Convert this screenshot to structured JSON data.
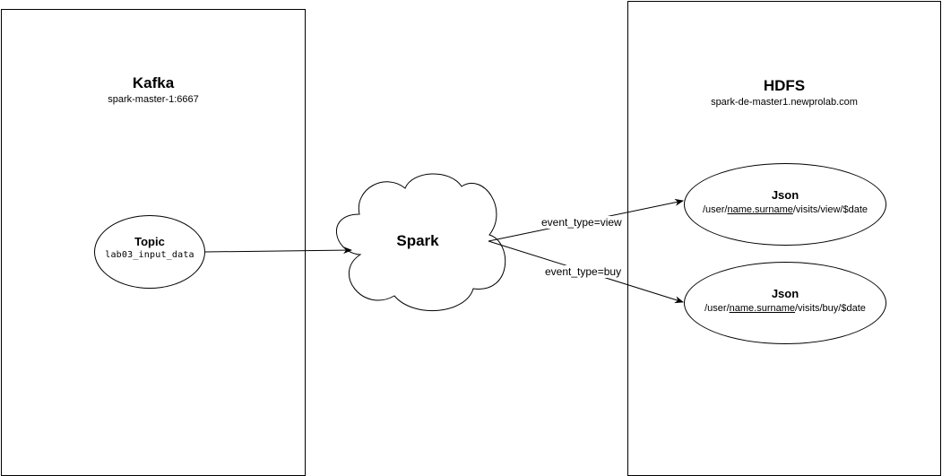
{
  "kafka": {
    "title": "Kafka",
    "subtitle": "spark-master-1:6667",
    "topic": {
      "title": "Topic",
      "name": "lab03_input_data"
    }
  },
  "spark": {
    "label": "Spark"
  },
  "hdfs": {
    "title": "HDFS",
    "subtitle": "spark-de-master1.newprolab.com",
    "outputs": [
      {
        "title": "Json",
        "path_prefix": "/user/",
        "path_user": "name.surname",
        "path_suffix": "/visits/view/$date"
      },
      {
        "title": "Json",
        "path_prefix": "/user/",
        "path_user": "name.surname",
        "path_suffix": "/visits/buy/$date"
      }
    ]
  },
  "edges": {
    "view_label": "event_type=view",
    "buy_label": "event_type=buy"
  },
  "colors": {
    "stroke": "#000000",
    "fill": "#ffffff"
  }
}
